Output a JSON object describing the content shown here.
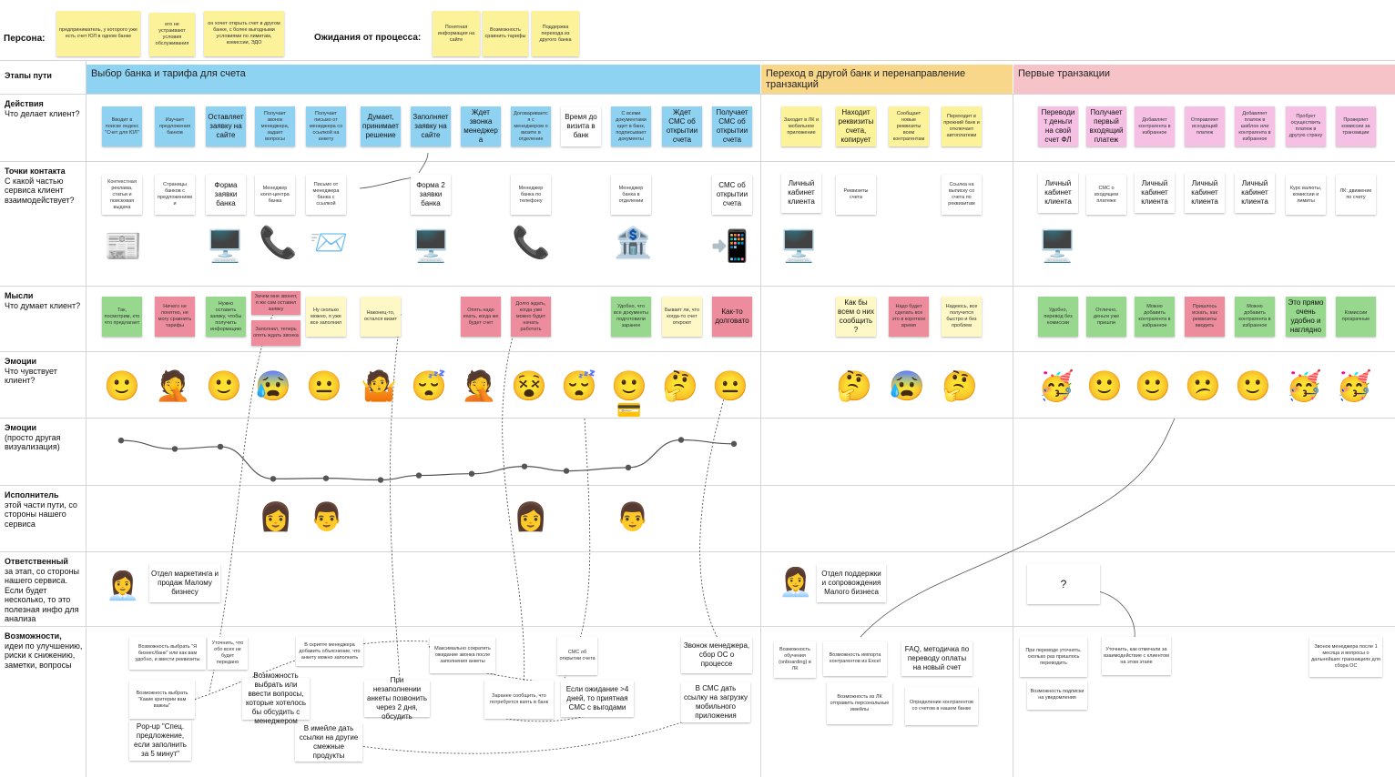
{
  "persona": {
    "label": "Персона:",
    "notes": [
      "предприниматель, у которого уже есть счет ЮЛ в одном банке",
      "его не устраивают условия обслуживания",
      "он хочет открыть счет в другом банке, с более выгодными условиями по лимитам, комиссии, ЭДО"
    ]
  },
  "expectations": {
    "label": "Ожидания от процесса:",
    "notes": [
      "Понятная информация на сайте",
      "Возможность сравнить тарифы",
      "Поддержка перехода из другого банка"
    ]
  },
  "rows": [
    {
      "title": "Этапы пути",
      "subtitle": ""
    },
    {
      "title": "Действия",
      "subtitle": "Что делает клиент?"
    },
    {
      "title": "Точки контакта",
      "subtitle": "С какой частью сервиса клиент взаимодействует?"
    },
    {
      "title": "Мысли",
      "subtitle": "Что думает клиент?"
    },
    {
      "title": "Эмоции",
      "subtitle": "Что чувствует клиент?"
    },
    {
      "title": "Эмоции",
      "subtitle": "(просто другая визуализация)"
    },
    {
      "title": "Исполнитель",
      "subtitle": "этой части пути, со стороны нашего сервиса"
    },
    {
      "title": "Ответственный",
      "subtitle": "за этап, со стороны нашего сервиса. Если будет несколько, то это полезная инфо для анализа"
    },
    {
      "title": "Возможности,",
      "subtitle": "идеи по улучшению, риски к снижению, заметки, вопросы"
    }
  ],
  "stages": [
    {
      "label": "Выбор банка и тарифа для счета",
      "color": "#8fd3f2"
    },
    {
      "label": "Переход в другой банк и перенаправление транзакций",
      "color": "#f8d78a"
    },
    {
      "label": "Первые транзакции",
      "color": "#f6c4c8"
    }
  ],
  "actions": [
    "Вводит в поиске яндекс \"Счет для ЮЛ\"",
    "Изучает предложения банков",
    "Оставляет заявку на сайте",
    "Получает звонок менеджера, задает вопросы",
    "Получает письмо от менеджера со ссылкой на анкету",
    "Думает, принимает решение",
    "Заполняет заявку на сайте",
    "Ждет звонка менеджера",
    "Договаривается с менеджером о визите в отделение",
    "Время до визита в банк",
    "С всеми документами едет в банк, подписывает документы",
    "Ждет СМС об открытии счета",
    "Получает СМС об открытии счета",
    "Заходит в ЛК и мобильное приложение",
    "Находит реквизиты счета, копирует",
    "Сообщает новые реквизиты всем контрагентам",
    "Переходит в прежний банк и отключает автоплатежи",
    "Переводит деньги на свой счет ФЛ",
    "Получает первый входящий платеж",
    "Добавляет контрагента в избранное",
    "Отправляет исходящий платеж",
    "Добавляет платеж в шаблон или контрагента в избранное",
    "Пробует осуществить платеж в другую страну",
    "Проверяет комиссии за транзакции"
  ],
  "touchpoints": [
    "Контекстная реклама, статьи и поисковая выдача",
    "Страницы банков с предложениями",
    "Форма заявки банка",
    "Менеджер колл-центра банка",
    "Письмо от менеджера банка с ссылкой",
    "Форма 2 заявки банка",
    "Менеджер банка по телефону",
    "Менеджер банка в отделении",
    "СМС об открытии счета",
    "Личный кабинет клиента",
    "Реквизиты счета",
    "Ссылка на выписку со счета по реквизитам",
    "Личный кабинет клиента",
    "СМС о входящем платеже",
    "Личный кабинет клиента",
    "Личный кабинет клиента",
    "Личный кабинет клиента",
    "Курс валюты, комиссии и лимиты",
    "ЛК: движение по счету"
  ],
  "touch_icons": [
    "newspaper-icon",
    "monitor-icon",
    "phone-manager-icon",
    "mail-manager-icon",
    "monitor-icon",
    "phone-manager-icon",
    "bank-manager-icon",
    "mobile-sms-icon",
    "monitor-icon",
    "monitor-icon"
  ],
  "thoughts": [
    "Так, посмотрим, кто что предлагает",
    "Ничего не понятно, не могу сравнить тарифы",
    "Нужно оставить заявку, чтобы получить информацию",
    "Зачем мне звонят, я же сам оставил заявку",
    "Заполнил, теперь опять ждать звонка",
    "Ну сколько можно, я уже все заполнил",
    "Наконец-то, остался визит",
    "Опять надо ехать, когда же будет счет",
    "Долго ждать, когда уже можно будет начать работать",
    "Удобно, что все документы подготовили заранее",
    "Бывает ли, что когда-то счет откроют",
    "Как-то долговато",
    "Как бы всем о них сообщить?",
    "Надо будет сделать все это в короткое время",
    "Надеюсь, все получится быстро и без проблем",
    "Удобно, перевод без комиссии",
    "Отлично, деньги уже пришли",
    "Можно добавить контрагента в избранное",
    "Пришлось искать, как реквизиты вводить",
    "Можно добавить контрагента в избранное",
    "Это прямо очень удобно и наглядно",
    "Комиссии прозрачные"
  ],
  "emotions": [
    "🙂",
    "🤦",
    "🙂",
    "😰",
    "😐",
    "🤷",
    "😴",
    "🤦",
    "😵",
    "😴",
    "🙂",
    "🤔",
    "😐",
    "🤔",
    "😰",
    "🤔",
    "🥳",
    "🙂",
    "🙂",
    "😕",
    "🙂",
    "🥳",
    "🥳"
  ],
  "emotion_curve": [
    0.74,
    0.59,
    0.63,
    0.06,
    0.07,
    0.04,
    0.12,
    0.15,
    0.28,
    0.2,
    0.26,
    0.75,
    0.68
  ],
  "executors": [
    "👩",
    "👨",
    "👩",
    "👨"
  ],
  "owners": [
    "Отдел маркетинга и продаж Малому бизнесу",
    "Отдел поддержки и сопровождения Малого бизнеса",
    "?"
  ],
  "ideas": [
    "Возможность выбрать \"Я бизнес/банк\" или как вам удобно, и ввести реквизиты",
    "Уточнить, что обо всех не будет передано",
    "В скрипте менеджера добавить объяснение, что анкету можно заполнить",
    "Максимально сократить ожидание звонка после заполнения анкеты",
    "СМС об открытии счета",
    "Звонок менеджера, сбор ОС о процессе",
    "Возможность выбрать \"Какие критерии вам важны\"",
    "Возможность выбрать или ввести вопросы, которые хотелось бы обсудить с менеджером",
    "При незаполнении анкеты позвонить через 2 дня, обсудить",
    "Заранее сообщить, что потребуется взять в банк",
    "Если ожидание >4 дней, то приятная СМС с выгодами",
    "В СМС дать ссылку на загрузку мобильного приложения",
    "Pop-up \"Спец. предложение, если заполнить за 5 минут\"",
    "В имейле дать ссылки на другие смежные продукты",
    "Возможность обучения (onboarding) в ЛК",
    "Возможность импорта контрагентов из Excel",
    "FAQ, методичка по переводу оплаты на новый счет",
    "Возможность из ЛК отправить персональные имейлы",
    "Определение контрагентов со счетом в нашем банке",
    "При переводе уточнять, сколько раз пришлось переводить",
    "Уточнить, как отмечали за взаимодействие с клиентом на этом этапе",
    "Возможность подписки на уведомления",
    "Звонок менеджера после 1 месяца и вопросы о дальнейших транзакциях для сбора ОС"
  ]
}
